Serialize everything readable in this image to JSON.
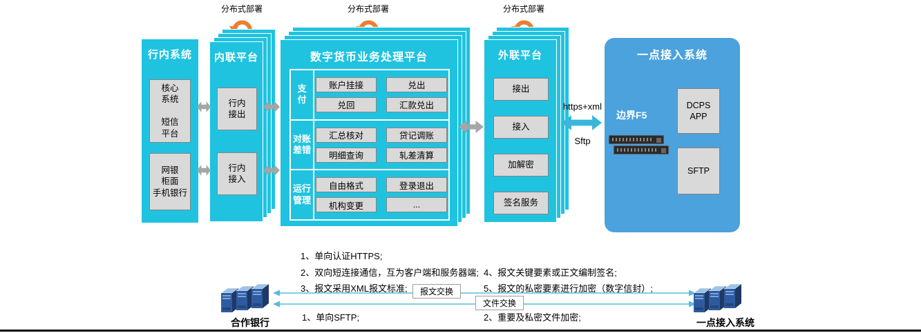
{
  "colors": {
    "platform_cyan": "#1FC3E0",
    "access_blue": "#4BA2DC",
    "module_gray": "#D9D9D9",
    "deploy_orange": "#ED7D31",
    "connector_gray": "#A6A6A6",
    "link_cyan": "#3AB6DB"
  },
  "deploy_label": "分布式部署",
  "inbank": {
    "title": "行内系统",
    "box1": "核心\n系统\n\n短信\n平台",
    "box2": "网银\n柜面\n手机银行"
  },
  "intra_platform": {
    "title": "内联平台",
    "box1": "行内\n接出",
    "box2": "行内\n接入"
  },
  "dc_platform": {
    "title": "数字货币业务处理平台",
    "rows": [
      {
        "label": "支\n付",
        "buttons": [
          "账户挂接",
          "兑出",
          "兑回",
          "汇款兑出"
        ]
      },
      {
        "label": "对账\n差错",
        "buttons": [
          "汇总核对",
          "贷记调账",
          "明细查询",
          "轧差清算"
        ]
      },
      {
        "label": "运行\n管理",
        "buttons": [
          "自由格式",
          "登录退出",
          "机构变更",
          "..."
        ]
      }
    ]
  },
  "extra_platform": {
    "title": "外联平台",
    "boxes": [
      "接出",
      "接入",
      "加解密",
      "签名服务"
    ]
  },
  "link": {
    "top": "https+xml",
    "bottom": "Sftp"
  },
  "access_system": {
    "title": "一点接入系统",
    "f5": "边界F5",
    "box1": "DCPS\nAPP",
    "box2": "SFTP"
  },
  "notes": {
    "n1": "1、单向认证HTTPS;",
    "n2": "2、双向短连接通信，互为客户端和服务器端;",
    "n3": "3、报文采用XML报文标准;",
    "n4": "4、报文关键要素或正文编制签名;",
    "n5": "5、报文的私密要素进行加密（数字信封）;",
    "s1": "1、单向SFTP;",
    "s2": "2、重要及私密文件加密;"
  },
  "exchange": {
    "message": "报文交换",
    "file": "文件交换"
  },
  "endpoints": {
    "left": "合作银行",
    "right": "一点接入系统"
  }
}
